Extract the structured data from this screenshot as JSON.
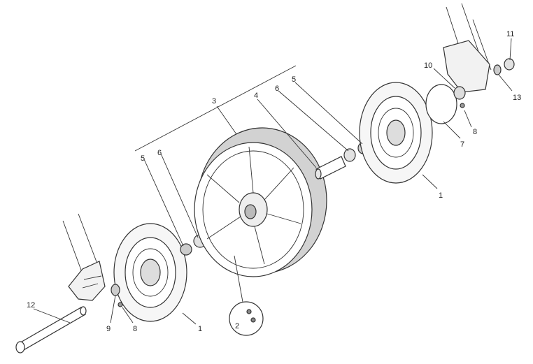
{
  "diagram": {
    "callouts": {
      "disc_left": "1",
      "disc_right": "1",
      "screw_detail": "2",
      "wheel_rim": "3",
      "spacer": "4",
      "bearing_left_outer": "5",
      "bearing_right_outer": "5",
      "bearing_left_inner": "6",
      "bearing_right_inner": "6",
      "tone_wheel": "7",
      "screw_left": "8",
      "screw_right": "8",
      "seal_left": "9",
      "spacer_right": "10",
      "bolt_top": "11",
      "wheel_axle": "12",
      "nut_right": "13"
    }
  }
}
